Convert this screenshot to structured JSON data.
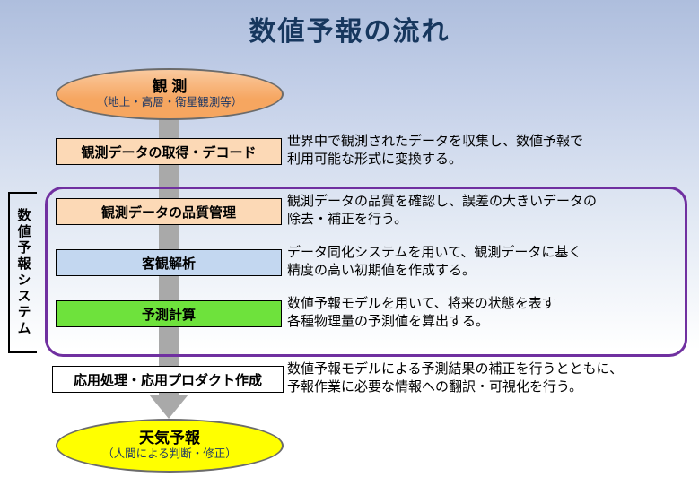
{
  "title": "数値予報の流れ",
  "start_node": {
    "label": "観 測",
    "sub": "（地上・高層・衛星観測等）"
  },
  "end_node": {
    "label": "天気予報",
    "sub": "（人間による判断・修正）"
  },
  "group": {
    "label": "数値予報システム"
  },
  "steps": [
    {
      "label": "観測データの取得・デコード",
      "desc": "世界中で観測されたデータを収集し、数値予報で\n利用可能な形式に変換する。",
      "fill": "#FCD9B6"
    },
    {
      "label": "観測データの品質管理",
      "desc": "観測データの品質を確認し、誤差の大きいデータの\n除去・補正を行う。",
      "fill": "#FCD9B6"
    },
    {
      "label": "客観解析",
      "desc": "データ同化システムを用いて、観測データに基く\n精度の高い初期値を作成する。",
      "fill": "#C3D7F0"
    },
    {
      "label": "予測計算",
      "desc": "数値予報モデルを用いて、将来の状態を表す\n各種物理量の予測値を算出する。",
      "fill": "#6EE23C"
    },
    {
      "label": "応用処理・応用プロダクト作成",
      "desc": "数値予報モデルによる予測結果の補正を行うとともに、\n予報作業に必要な情報への翻訳・可視化を行う。",
      "fill": "#FFFFFF"
    }
  ],
  "colors": {
    "title": "#17375E",
    "arrow": "#A9A9A9",
    "group_border": "#7030A0",
    "start_fill": "#F6A660",
    "end_fill": "#FFFF00",
    "box_border": "#000000"
  }
}
